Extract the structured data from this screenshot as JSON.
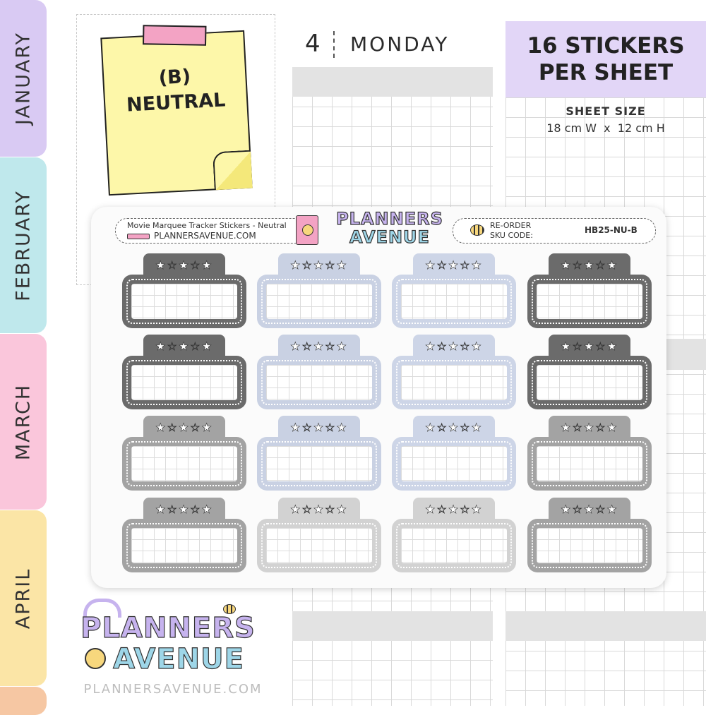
{
  "months": [
    "JANUARY",
    "FEBRUARY",
    "MARCH",
    "APRIL"
  ],
  "month_colors": [
    "#d9caf3",
    "#bfe8ec",
    "#fac6db",
    "#fbe5a6",
    "#f6c7a3"
  ],
  "note": {
    "line1": "(B)",
    "line2": "NEUTRAL"
  },
  "date": {
    "number": "4",
    "day": "MONDAY"
  },
  "badge": {
    "line1": "16 STICKERS",
    "line2": "PER SHEET"
  },
  "sheet_size": {
    "title": "SHEET SIZE",
    "value": "18 cm W  x  12 cm H"
  },
  "sheet": {
    "product_name": "Movie Marquee Tracker Stickers - Neutral",
    "website": "PLANNERSAVENUE.COM",
    "reorder_label": "RE-ORDER",
    "sku_label": "SKU CODE:",
    "sku": "HB25-NU-B",
    "stars": "★☆★☆★"
  },
  "logo": {
    "line1": "PLANNERS",
    "line2": "AVENUE"
  },
  "footer_url": "PLANNERSAVENUE.COM",
  "marquee_colors": [
    [
      "#6b6b6b",
      "#c9d1e3",
      "#cdd5e7",
      "#6b6b6b"
    ],
    [
      "#6b6b6b",
      "#c9d1e3",
      "#cdd5e7",
      "#6b6b6b"
    ],
    [
      "#a3a3a3",
      "#c9d1e3",
      "#cdd5e7",
      "#a3a3a3"
    ],
    [
      "#a3a3a3",
      "#d2d2d2",
      "#d2d2d2",
      "#a3a3a3"
    ]
  ]
}
